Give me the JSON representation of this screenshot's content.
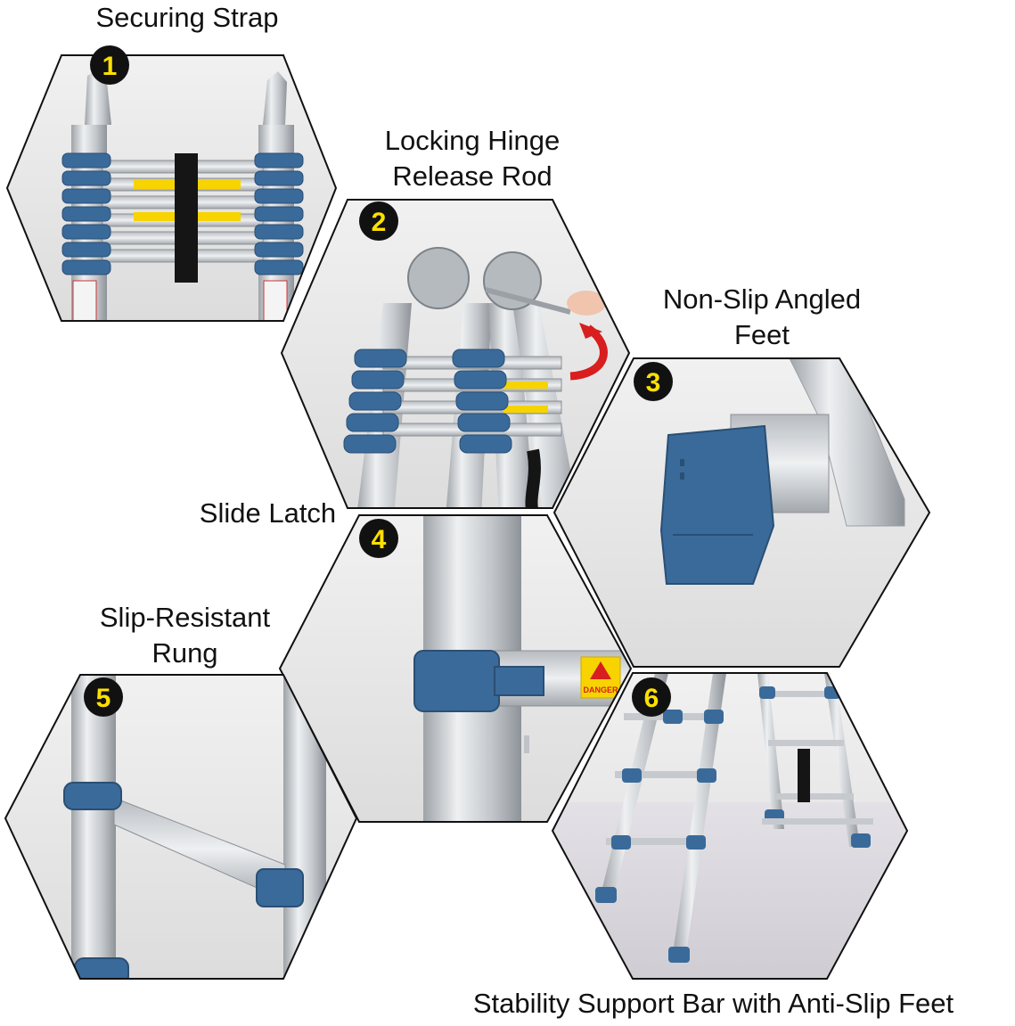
{
  "features": [
    {
      "number": "1",
      "caption_lines": [
        "Securing Strap"
      ]
    },
    {
      "number": "2",
      "caption_lines": [
        "Locking Hinge",
        "Release Rod"
      ]
    },
    {
      "number": "3",
      "caption_lines": [
        "Non-Slip Angled",
        "Feet"
      ]
    },
    {
      "number": "4",
      "caption_lines": [
        "Slide Latch"
      ]
    },
    {
      "number": "5",
      "caption_lines": [
        "Slip-Resistant",
        "Rung"
      ]
    },
    {
      "number": "6",
      "caption_lines": [
        "Stability Support Bar with Anti-Slip Feet"
      ]
    }
  ],
  "label_text": {
    "danger": "DANGER"
  },
  "colors": {
    "badge_fill": "#111111",
    "badge_text": "#ffe000",
    "hex_stroke": "#111111",
    "ladder_blue": "#3a6a9a",
    "aluminum": "#c9ccd0",
    "warning_yellow": "#f7d400",
    "arrow_red": "#d81e1e"
  },
  "icons": [
    "number-badge",
    "red-curved-arrow",
    "danger-triangle-icon"
  ]
}
